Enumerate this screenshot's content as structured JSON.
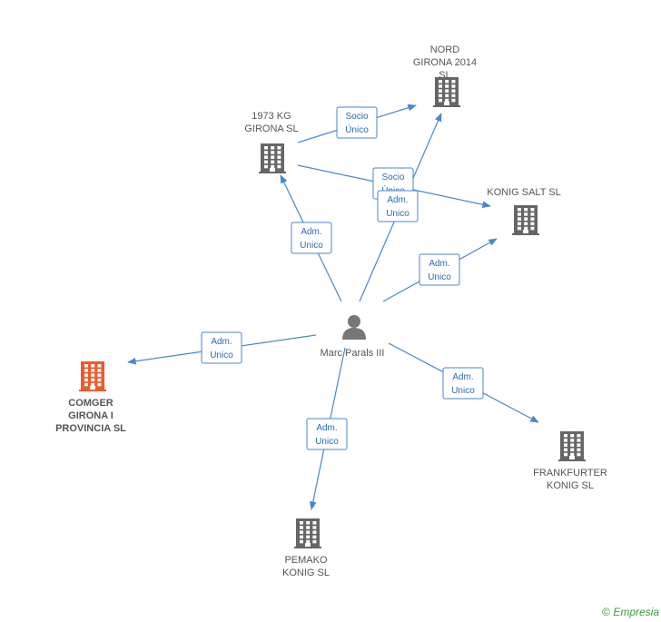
{
  "colors": {
    "edge": "#4a86d0",
    "company": "#666666",
    "company_focus": "#f05a2a",
    "person": "#777777"
  },
  "nodes": [
    {
      "id": "person",
      "type": "person",
      "icon": "person-icon",
      "lines": [
        "Marc Parals III"
      ]
    },
    {
      "id": "nord",
      "type": "company",
      "icon": "building-icon",
      "lines": [
        "NORD",
        "GIRONA 2014",
        "SL"
      ]
    },
    {
      "id": "kg1973",
      "type": "company",
      "icon": "building-icon",
      "lines": [
        "1973 KG",
        "GIRONA SL"
      ]
    },
    {
      "id": "konigsalt",
      "type": "company",
      "icon": "building-icon",
      "lines": [
        "KONIG SALT SL"
      ]
    },
    {
      "id": "comger",
      "type": "company_focus",
      "icon": "building-icon",
      "lines": [
        "COMGER",
        "GIRONA I",
        "PROVINCIA SL"
      ]
    },
    {
      "id": "frankfurter",
      "type": "company",
      "icon": "building-icon",
      "lines": [
        "FRANKFURTER",
        "KONIG SL"
      ]
    },
    {
      "id": "pemako",
      "type": "company",
      "icon": "building-icon",
      "lines": [
        "PEMAKO",
        "KONIG SL"
      ]
    }
  ],
  "edges": [
    {
      "from": "kg1973",
      "to": "nord",
      "label": [
        "Socio",
        "Único"
      ]
    },
    {
      "from": "kg1973",
      "to": "konigsalt",
      "label": [
        "Socio",
        "Único"
      ]
    },
    {
      "from": "person",
      "to": "nord",
      "label": [
        "Adm.",
        "Unico"
      ]
    },
    {
      "from": "person",
      "to": "kg1973",
      "label": [
        "Adm.",
        "Unico"
      ]
    },
    {
      "from": "person",
      "to": "konigsalt",
      "label": [
        "Adm.",
        "Unico"
      ]
    },
    {
      "from": "person",
      "to": "comger",
      "label": [
        "Adm.",
        "Unico"
      ]
    },
    {
      "from": "person",
      "to": "frankfurter",
      "label": [
        "Adm.",
        "Unico"
      ]
    },
    {
      "from": "person",
      "to": "pemako",
      "label": [
        "Adm.",
        "Unico"
      ]
    }
  ],
  "footer": {
    "copyright": "©",
    "brand": "Empresia"
  }
}
